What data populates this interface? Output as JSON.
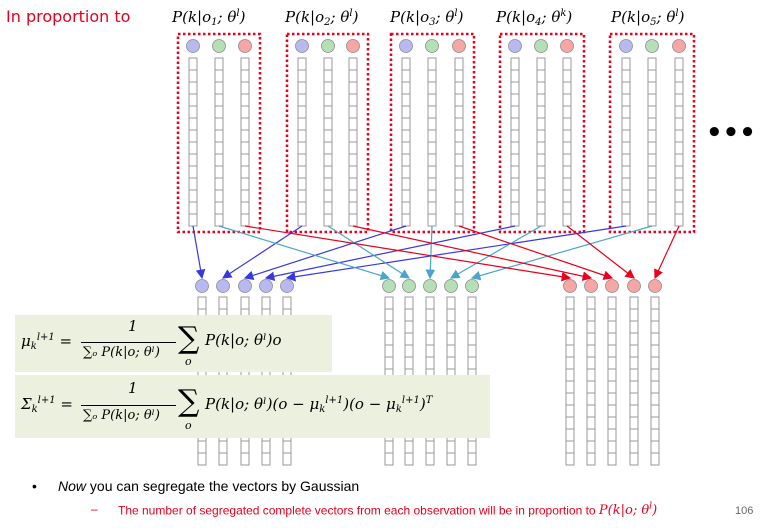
{
  "header": {
    "left_label": "In proportion to",
    "observations": [
      {
        "sub": "1",
        "sup": "l"
      },
      {
        "sub": "2",
        "sup": "l"
      },
      {
        "sub": "3",
        "sup": "l"
      },
      {
        "sub": "4",
        "sup": "k"
      },
      {
        "sub": "5",
        "sup": "l"
      }
    ]
  },
  "ellipsis": "•••",
  "formulas": {
    "mu": {
      "lhs": "μ",
      "numerator": "1",
      "denominator": "∑ₒ P(k|o; θˡ)",
      "sum_index": "o",
      "term": "P(k|o; θˡ)o"
    },
    "sigma": {
      "lhs": "Σ",
      "numerator": "1",
      "denominator": "∑ₒ P(k|o; θˡ)",
      "sum_index": "o",
      "term": "P(k|o; θˡ)(o − μ",
      "term_mid": ")(o − μ",
      "term_end": ")"
    }
  },
  "bullets": {
    "main_prefix": "Now",
    "main_rest": " you can segregate the vectors by Gaussian",
    "sub": "The number of segregated complete vectors from each observation will be in proportion to ",
    "sub_math": "P(k|o; θ"
  },
  "page_number": "106",
  "colors": {
    "red": "#e8001c",
    "blue": "#3838e0",
    "teal": "#4aa6c8",
    "dotted_box": "#e8001c",
    "formula_bg": "#ebf1de",
    "circle_blue": "#b9b9f2",
    "circle_green": "#b5dfb5",
    "circle_red": "#f7a6a6"
  }
}
